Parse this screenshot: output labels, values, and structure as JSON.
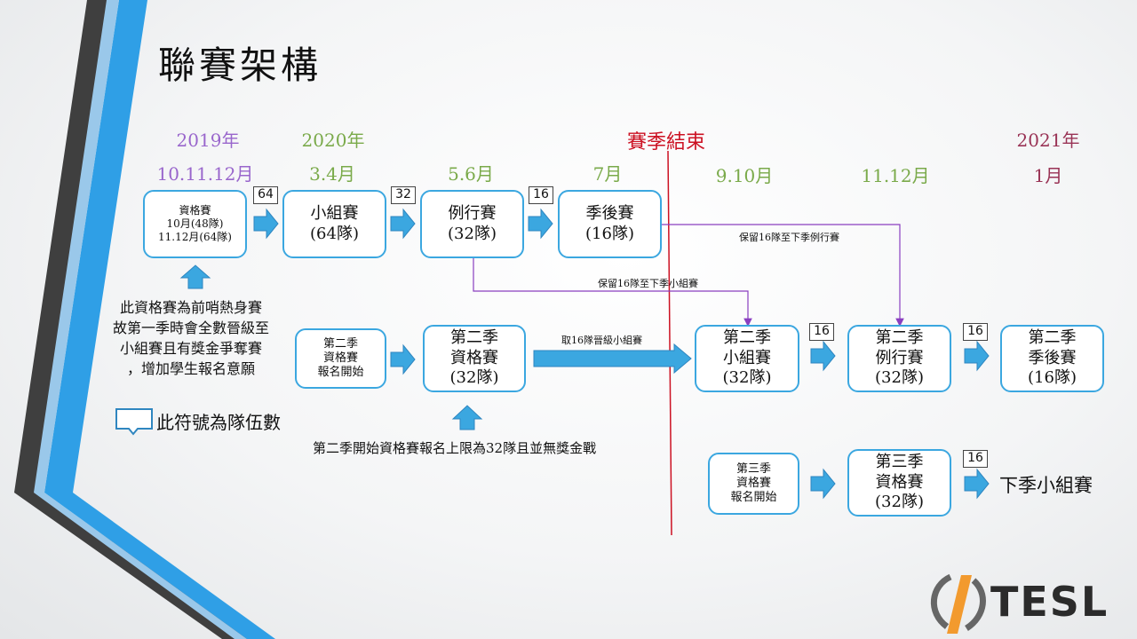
{
  "title": "聯賽架構",
  "years": {
    "y2019": "2019年",
    "y2020": "2020年",
    "season_end": "賽季結束",
    "y2021": "2021年"
  },
  "months": {
    "m1": "10.11.12月",
    "m2": "3.4月",
    "m3": "5.6月",
    "m4": "7月",
    "m5": "9.10月",
    "m6": "11.12月",
    "m7": "1月"
  },
  "boxes": {
    "qual": {
      "l1": "資格賽",
      "l2": "10月(48隊)",
      "l3": "11.12月(64隊)"
    },
    "group": {
      "l1": "小組賽",
      "l2": "(64隊)"
    },
    "regular": {
      "l1": "例行賽",
      "l2": "(32隊)"
    },
    "playoff": {
      "l1": "季後賽",
      "l2": "(16隊)"
    },
    "s2_reg_open": {
      "l1": "第二季",
      "l2": "資格賽",
      "l3": "報名開始"
    },
    "s2_qual": {
      "l1": "第二季",
      "l2": "資格賽",
      "l3": "(32隊)"
    },
    "s2_group": {
      "l1": "第二季",
      "l2": "小組賽",
      "l3": "(32隊)"
    },
    "s2_regular": {
      "l1": "第二季",
      "l2": "例行賽",
      "l3": "(32隊)"
    },
    "s2_playoff": {
      "l1": "第二季",
      "l2": "季後賽",
      "l3": "(16隊)"
    },
    "s3_reg_open": {
      "l1": "第三季",
      "l2": "資格賽",
      "l3": "報名開始"
    },
    "s3_qual": {
      "l1": "第三季",
      "l2": "資格賽",
      "l3": "(32隊)"
    }
  },
  "badges": {
    "b1": "64",
    "b2": "32",
    "b3": "16",
    "b4": "16",
    "b5": "16",
    "b6": "16"
  },
  "notes": {
    "keep16_s2_regular": "保留16隊至下季例行賽",
    "keep16_s2_group": "保留16隊至下季小組賽",
    "take16": "取16隊晉級小組賽"
  },
  "paragraph": {
    "l1": "此資格賽為前哨熱身賽",
    "l2": "故第一季時會全數晉級至",
    "l3": "小組賽且有獎金爭奪賽",
    "l4": "，增加學生報名意願"
  },
  "legend": "此符號為隊伍數",
  "bottom_note": "第二季開始資格賽報名上限為32隊且並無獎金戰",
  "next_group": "下季小組賽",
  "logo": "TESL",
  "colors": {
    "box_border": "#3ba7e0",
    "arrow": "#3ba7e0",
    "purple_line": "#8a3fc0",
    "season_end_line": "#cc1122"
  }
}
